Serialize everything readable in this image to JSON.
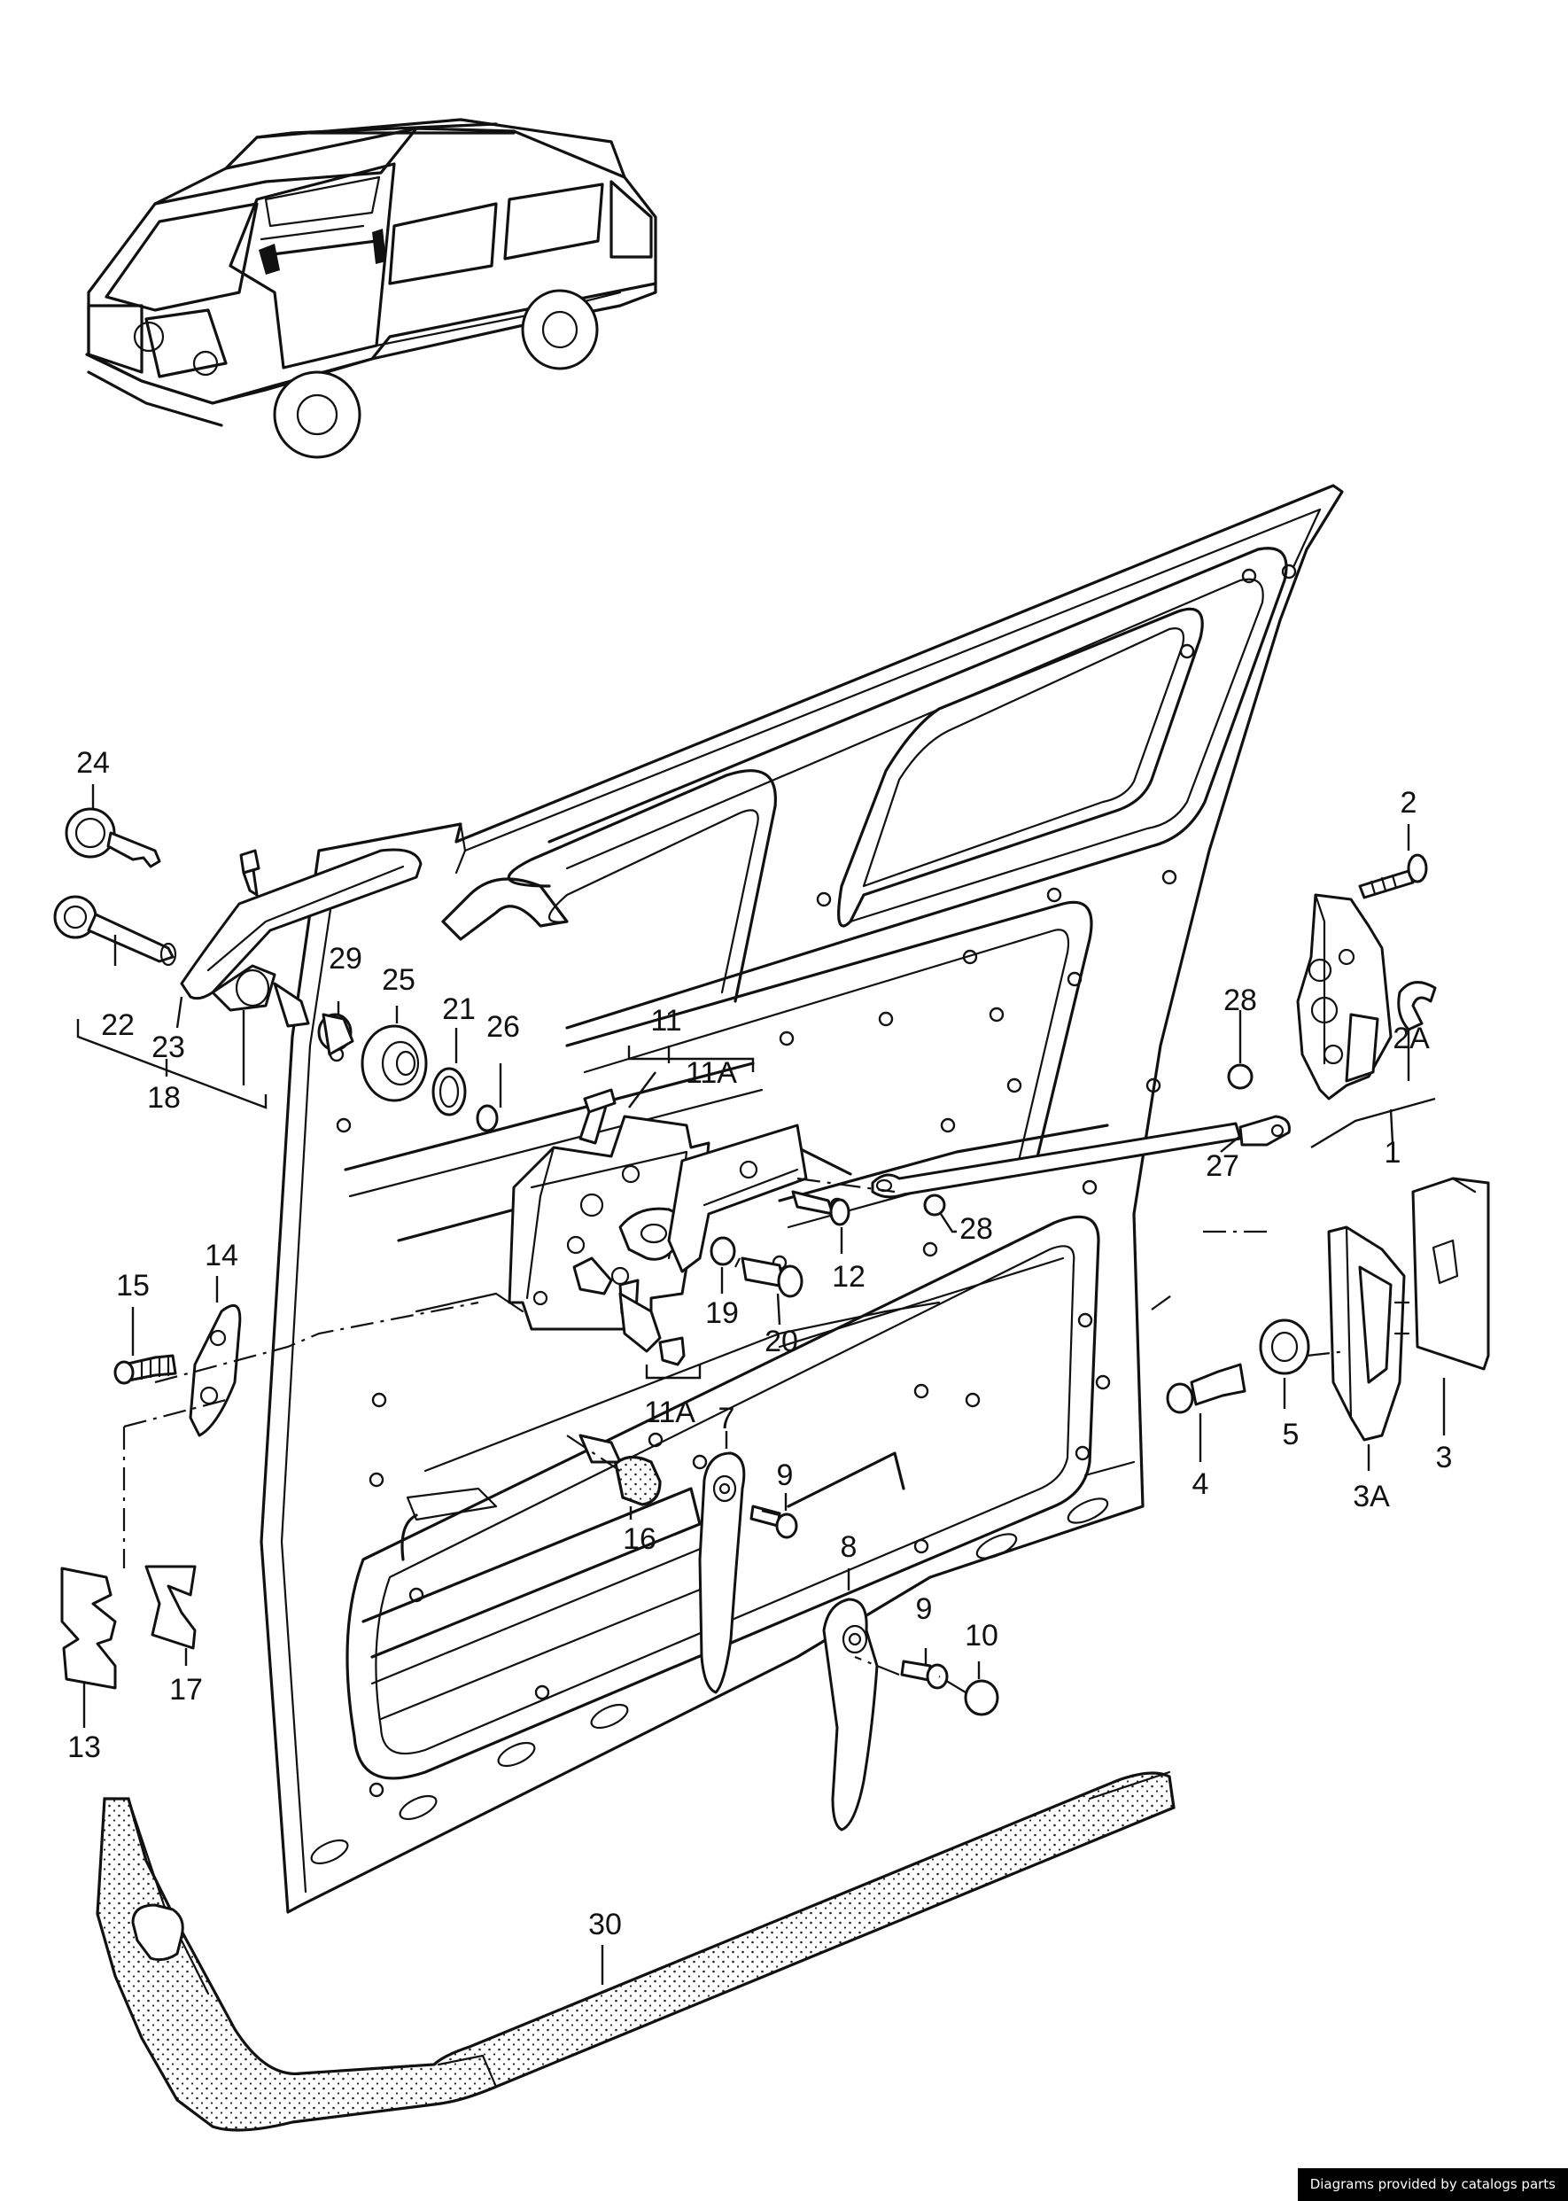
{
  "callouts": {
    "c1": "1",
    "c2": "2",
    "c2A": "2A",
    "c3": "3",
    "c3A": "3A",
    "c4": "4",
    "c5": "5",
    "c7": "7",
    "c8": "8",
    "c9a": "9",
    "c9b": "9",
    "c10": "10",
    "c11": "11",
    "c11Aa": "11A",
    "c11Ab": "11A",
    "c12": "12",
    "c13": "13",
    "c14": "14",
    "c15": "15",
    "c16": "16",
    "c17": "17",
    "c18": "18",
    "c19": "19",
    "c20": "20",
    "c21": "21",
    "c22": "22",
    "c23": "23",
    "c24": "24",
    "c25": "25",
    "c26": "26",
    "c27": "27",
    "c28a": "28",
    "c28b": "28",
    "c29": "29",
    "c30": "30"
  },
  "footer": {
    "credit": "Diagrams provided by catalogs parts"
  }
}
